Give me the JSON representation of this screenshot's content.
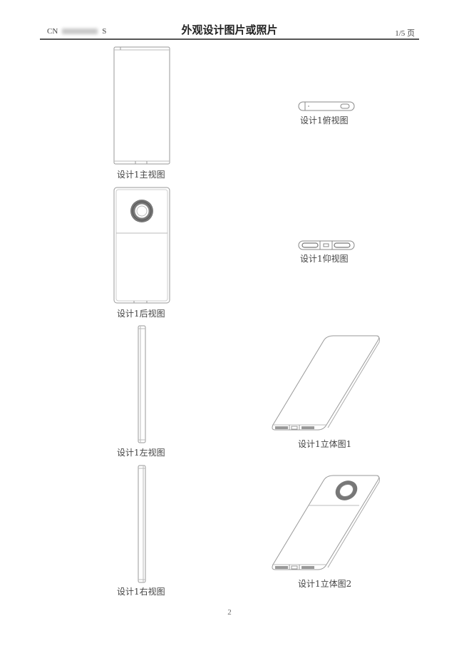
{
  "header": {
    "left_prefix": "CN",
    "left_suffix": "S",
    "title": "外观设计图片或照片",
    "page_indicator": "1/5 页"
  },
  "figures": [
    {
      "id": "front",
      "caption": "设计1主视图"
    },
    {
      "id": "top",
      "caption": "设计1俯视图"
    },
    {
      "id": "back",
      "caption": "设计1后视图"
    },
    {
      "id": "bottom",
      "caption": "设计1仰视图"
    },
    {
      "id": "left",
      "caption": "设计1左视图"
    },
    {
      "id": "iso1",
      "caption": "设计1立体图1"
    },
    {
      "id": "right",
      "caption": "设计1右视图"
    },
    {
      "id": "iso2",
      "caption": "设计1立体图2"
    }
  ],
  "footer": {
    "page_number": "2"
  }
}
